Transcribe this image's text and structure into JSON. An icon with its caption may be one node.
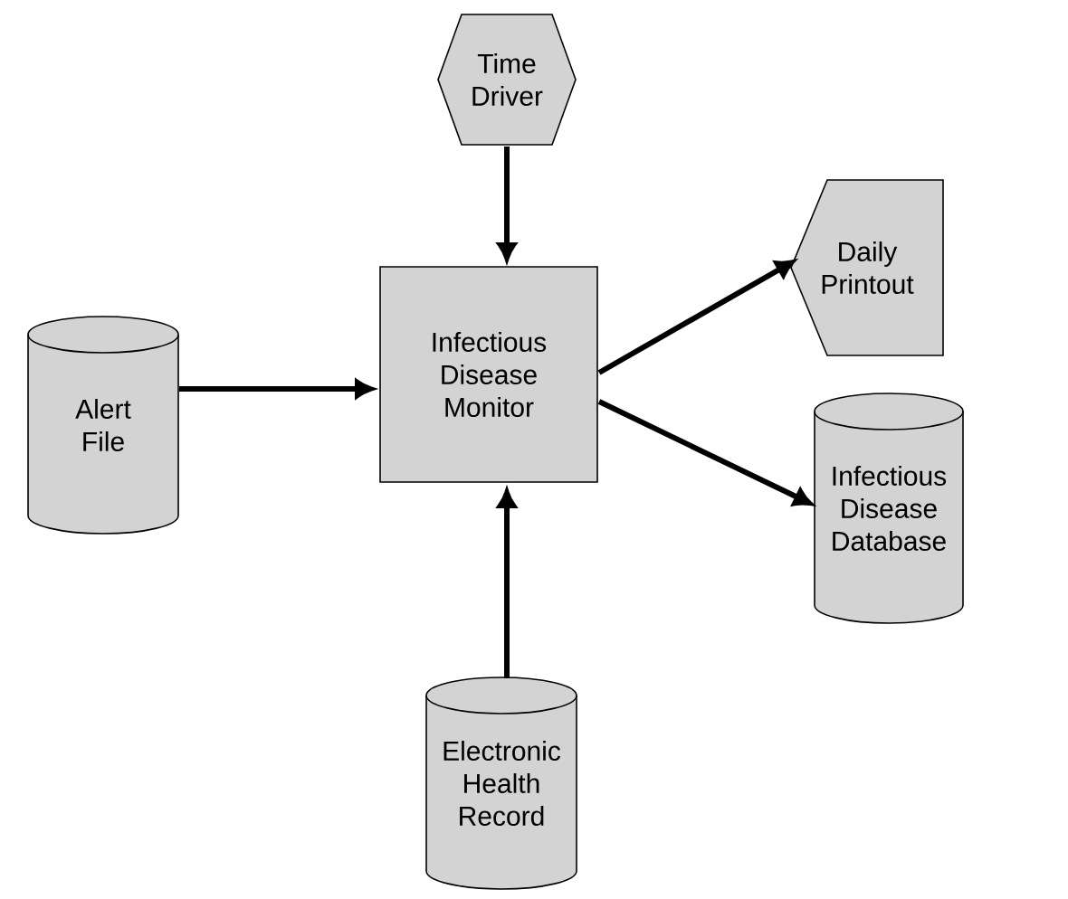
{
  "diagram": {
    "nodes": [
      {
        "text": [
          "Time Driver"
        ]
      },
      {
        "text": [
          "Alert File"
        ]
      },
      {
        "text": [
          "Infectious Disease Monitor"
        ]
      },
      {
        "text": [
          "Daily Printout"
        ]
      },
      {
        "text": [
          "Infectious Disease Database"
        ]
      },
      {
        "text": [
          "Electronic Health Record"
        ]
      }
    ],
    "edges": [
      {
        "from": 0,
        "to": 2,
        "arrow": "to"
      },
      {
        "from": 1,
        "to": 2,
        "arrow": "to"
      },
      {
        "from": 5,
        "to": 2,
        "arrow": "to"
      },
      {
        "from": 2,
        "to": 3,
        "arrow": "to"
      },
      {
        "from": 2,
        "to": 4,
        "arrow": "to"
      }
    ]
  }
}
